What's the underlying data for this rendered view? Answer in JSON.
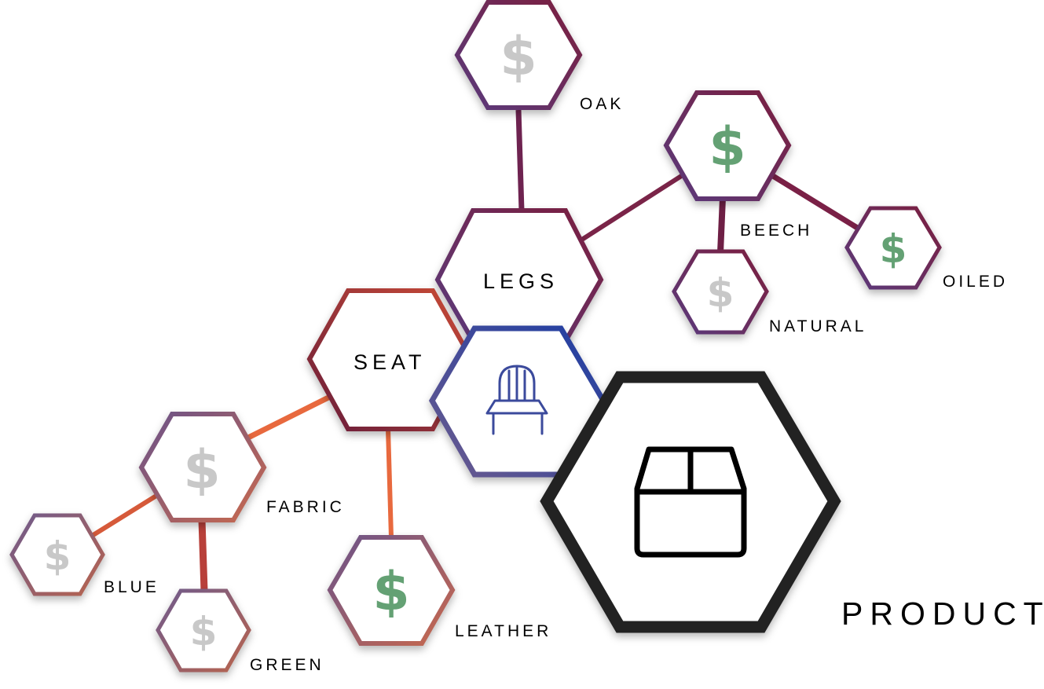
{
  "diagram": {
    "labels": {
      "oak": "OAK",
      "beech": "BEECH",
      "natural": "NATURAL",
      "oiled": "OILED",
      "legs": "LEGS",
      "seat": "SEAT",
      "fabric": "FABRIC",
      "blue": "BLUE",
      "green": "GREEN",
      "leather": "LEATHER",
      "product": "PRODUCT"
    },
    "price_symbol": "$",
    "colors": {
      "price_active": "#64a174",
      "price_inactive": "#c8c8c8",
      "chair_icon": "#3b4a9c",
      "product_outline": "#222222",
      "legs_branch": "#7a2448",
      "seat_branch": "#e8693e",
      "chair_outline": "#263f9e"
    },
    "icons": [
      "chair-icon",
      "box-icon",
      "dollar-icon"
    ]
  }
}
